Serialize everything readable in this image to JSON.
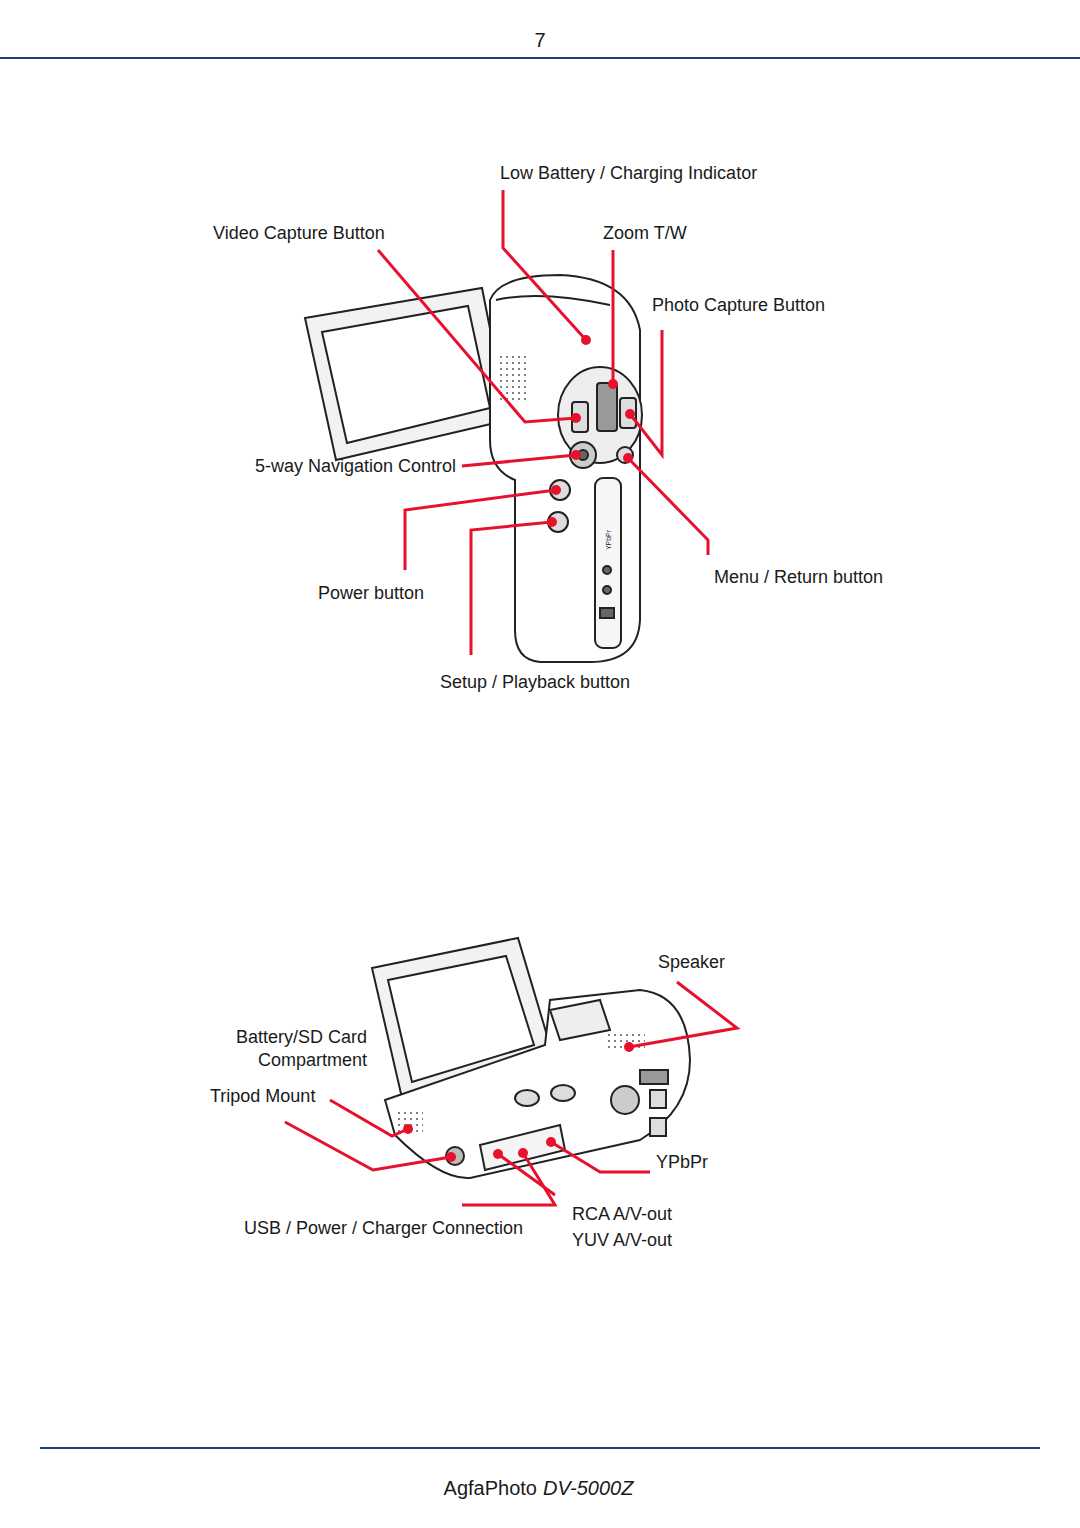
{
  "diagram": {
    "labels": [
      "7",
      "Low Battery / Charging Indicator",
      "Video Capture Button",
      "Zoom T/W",
      "Photo Capture Button",
      "5-way Navigation Control",
      "Menu / Return button",
      "Power button",
      "Setup / Playback button",
      "YPbPr",
      "Speaker",
      "Battery/SD Card Compartment",
      "Tripod Mount",
      "YPbPr",
      "USB / Power / Charger Connection",
      "RCA A/V-out",
      "YUV A/V-out",
      "AgfaPhoto",
      "DV-5000Z"
    ]
  }
}
